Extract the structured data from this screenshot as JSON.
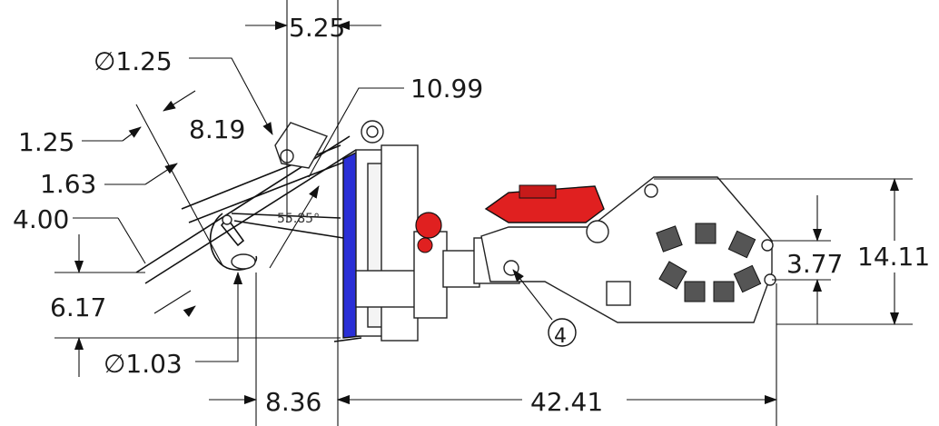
{
  "dimensions": {
    "top_width": "5.25",
    "hole_dia_upper": "∅1.25",
    "diag_length": "10.99",
    "left_1_25": "1.25",
    "left_8_19": "8.19",
    "left_1_63": "1.63",
    "left_4_00": "4.00",
    "angle": "55.85°",
    "left_6_17": "6.17",
    "hole_dia_lower": "∅1.03",
    "bottom_8_36": "8.36",
    "bottom_42_41": "42.41",
    "right_3_77": "3.77",
    "right_14_11": "14.11",
    "balloon": "4"
  },
  "colors": {
    "blue_plate": "#2a2fd6",
    "red_part": "#e02020",
    "dark_roller": "#555555"
  }
}
